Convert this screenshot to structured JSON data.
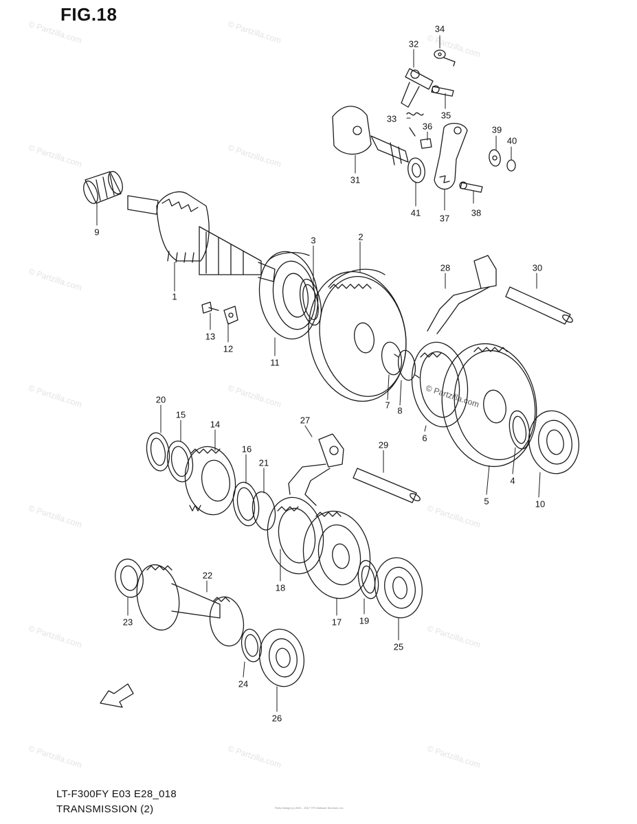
{
  "figure": {
    "title": "FIG.18"
  },
  "footer": {
    "model": "LT-F300FY E03 E28_018",
    "name": "TRANSMISSION (2)",
    "copyright": "Parts Design (c) 2001 - 2017 TFS Network Services, Inc."
  },
  "watermark": {
    "text": "© Partzilla.com"
  },
  "forward_arrow": {
    "label": "FWD"
  },
  "callouts": [
    "1",
    "2",
    "3",
    "4",
    "5",
    "6",
    "7",
    "8",
    "9",
    "10",
    "11",
    "12",
    "13",
    "14",
    "15",
    "16",
    "17",
    "18",
    "19",
    "20",
    "21",
    "22",
    "23",
    "24",
    "25",
    "26",
    "27",
    "28",
    "29",
    "30",
    "31",
    "32",
    "33",
    "34",
    "35",
    "36",
    "37",
    "38",
    "39",
    "40",
    "41"
  ],
  "colors": {
    "ink": "#1a1a1a",
    "paper": "#ffffff",
    "watermark": "#e3e3e3"
  }
}
